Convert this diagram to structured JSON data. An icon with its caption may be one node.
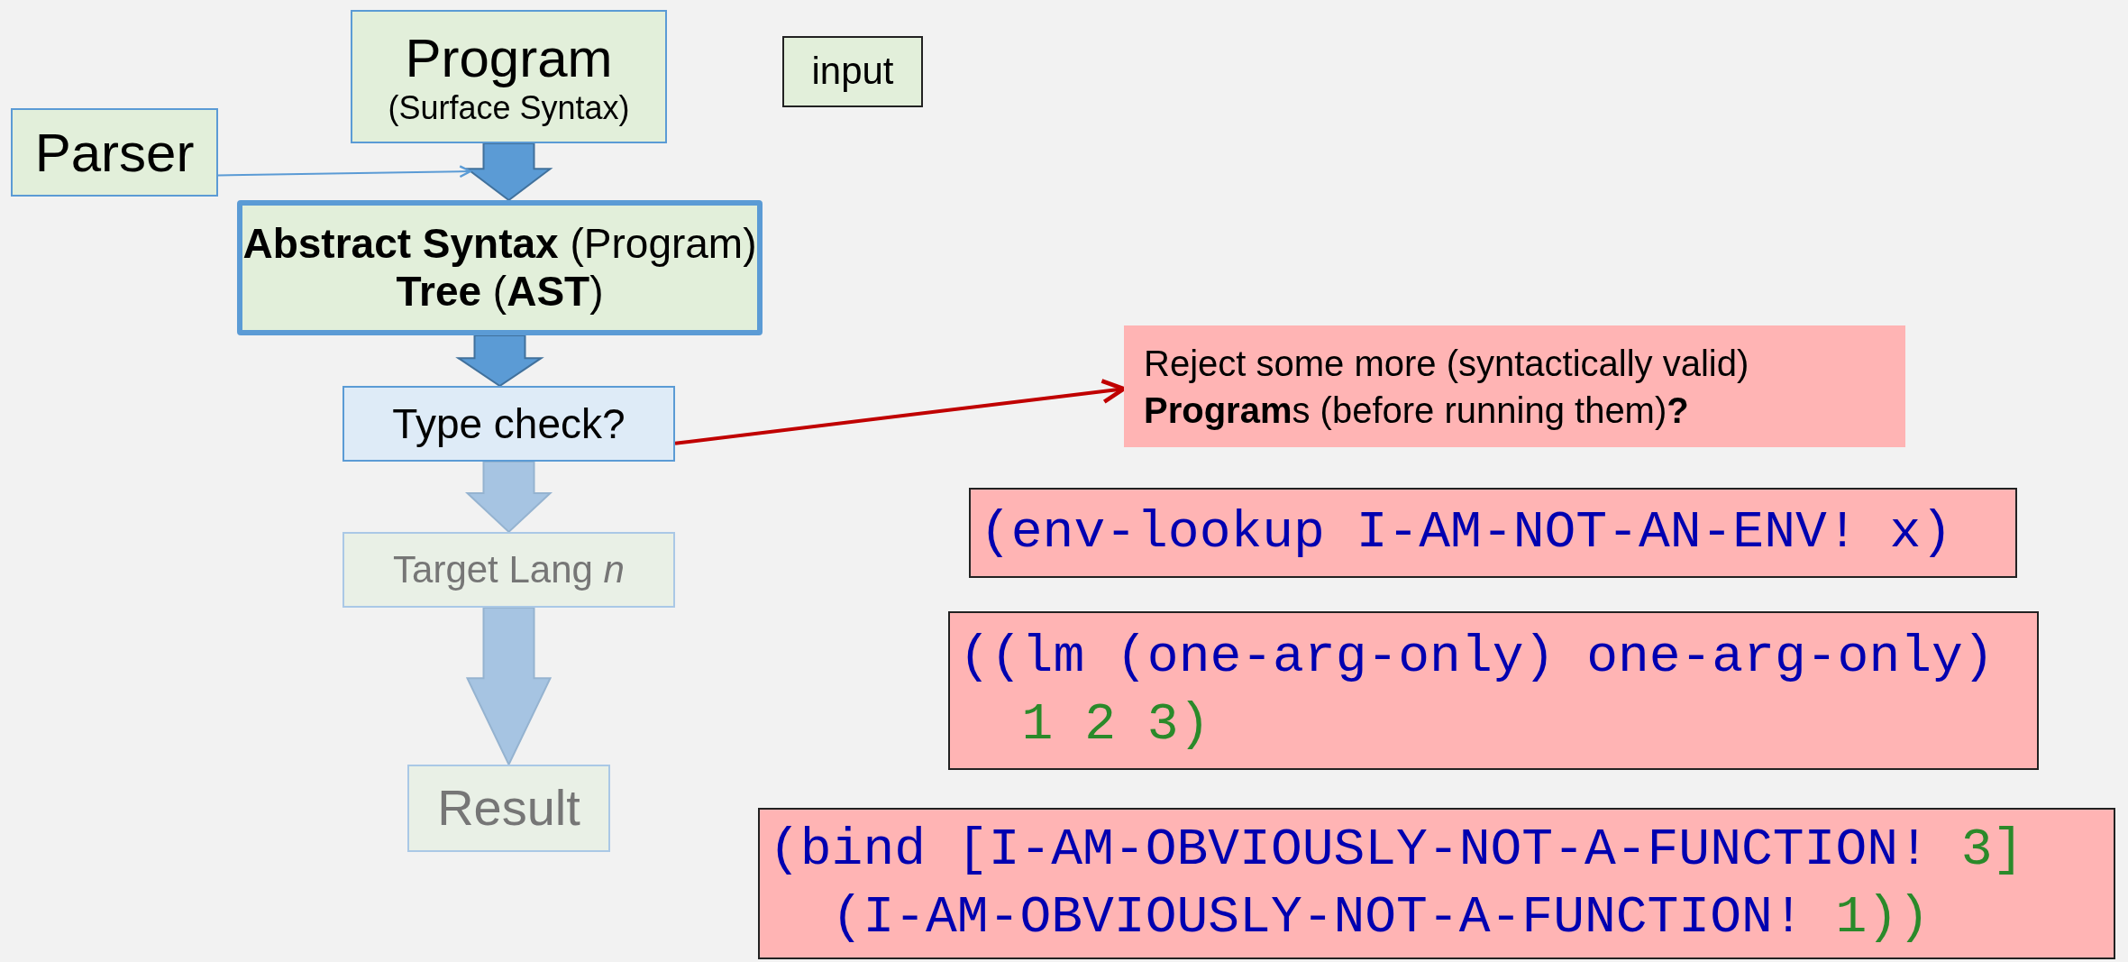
{
  "diagram": {
    "nodes": [
      {
        "text": [
          "Program",
          "(Surface Syntax)"
        ]
      },
      {
        "text": [
          "Parser"
        ]
      },
      {
        "text": [
          "**Abstract Syntax** (Program) **Tree** (**AST**)"
        ]
      },
      {
        "text": [
          "Type check?"
        ]
      },
      {
        "text": [
          "Target Lang *n*"
        ]
      },
      {
        "text": [
          "Result"
        ]
      },
      {
        "text": [
          "input"
        ]
      },
      {
        "text": [
          "Reject some more (syntactically valid) **Program**s (before running them)**?**"
        ]
      },
      {
        "text": [
          "(env-lookup I-AM-NOT-AN-ENV! x)"
        ]
      },
      {
        "text": [
          "((lm (one-arg-only) one-arg-only) 1 2 3)"
        ]
      },
      {
        "text": [
          "(bind [I-AM-OBVIOUSLY-NOT-A-FUNCTION! 3] (I-AM-OBVIOUSLY-NOT-A-FUNCTION! 1))"
        ]
      }
    ],
    "edges": [
      {
        "from": 0,
        "to": 2,
        "arrow": "to",
        "style": "thick"
      },
      {
        "from": 1,
        "to": 0,
        "arrow": "to"
      },
      {
        "from": 2,
        "to": 3,
        "arrow": "to",
        "style": "thick"
      },
      {
        "from": 3,
        "to": 4,
        "arrow": "to",
        "style": "thick",
        "color": "#a6c4e2"
      },
      {
        "from": 4,
        "to": 5,
        "arrow": "to",
        "style": "thick",
        "color": "#a6c4e2"
      },
      {
        "from": 3,
        "to": 7,
        "arrow": "to",
        "color": "#c00000"
      }
    ]
  }
}
